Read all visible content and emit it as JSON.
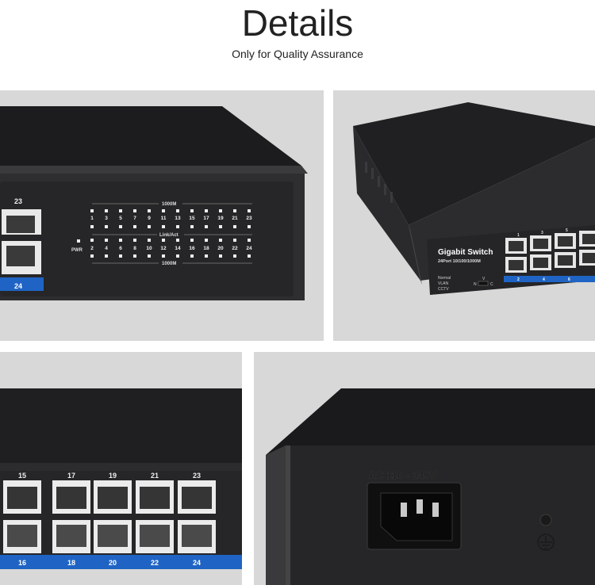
{
  "header": {
    "title": "Details",
    "subtitle": "Only for Quality Assurance"
  },
  "panel1": {
    "port_top": "23",
    "port_bottom": "24",
    "label_1000m_top": "1000M",
    "label_link_act": "Link/Act",
    "label_1000m_bottom": "1000M",
    "pwr": "PWR",
    "odd_ports": [
      "1",
      "3",
      "5",
      "7",
      "9",
      "11",
      "13",
      "15",
      "17",
      "19",
      "21",
      "23"
    ],
    "even_ports": [
      "2",
      "4",
      "6",
      "8",
      "10",
      "12",
      "14",
      "16",
      "18",
      "20",
      "22",
      "24"
    ]
  },
  "panel2": {
    "brand": "Gigabit Switch",
    "spec": "24Port 10/100/1000M",
    "modes": [
      "Normal",
      "VLAN",
      "CCTV"
    ],
    "switch_letters": [
      "V",
      "N",
      "C"
    ],
    "top_ports": [
      "1",
      "3",
      "5"
    ],
    "bottom_ports": [
      "2",
      "4",
      "6"
    ]
  },
  "panel3": {
    "top_ports": [
      "15",
      "17",
      "19",
      "21",
      "23"
    ],
    "bottom_ports": [
      "16",
      "18",
      "20",
      "22",
      "24"
    ]
  },
  "panel4": {
    "power_label": "AC 110 - 240V"
  },
  "colors": {
    "chassis": "#2a2a2c",
    "accent_blue": "#1f64c4"
  }
}
